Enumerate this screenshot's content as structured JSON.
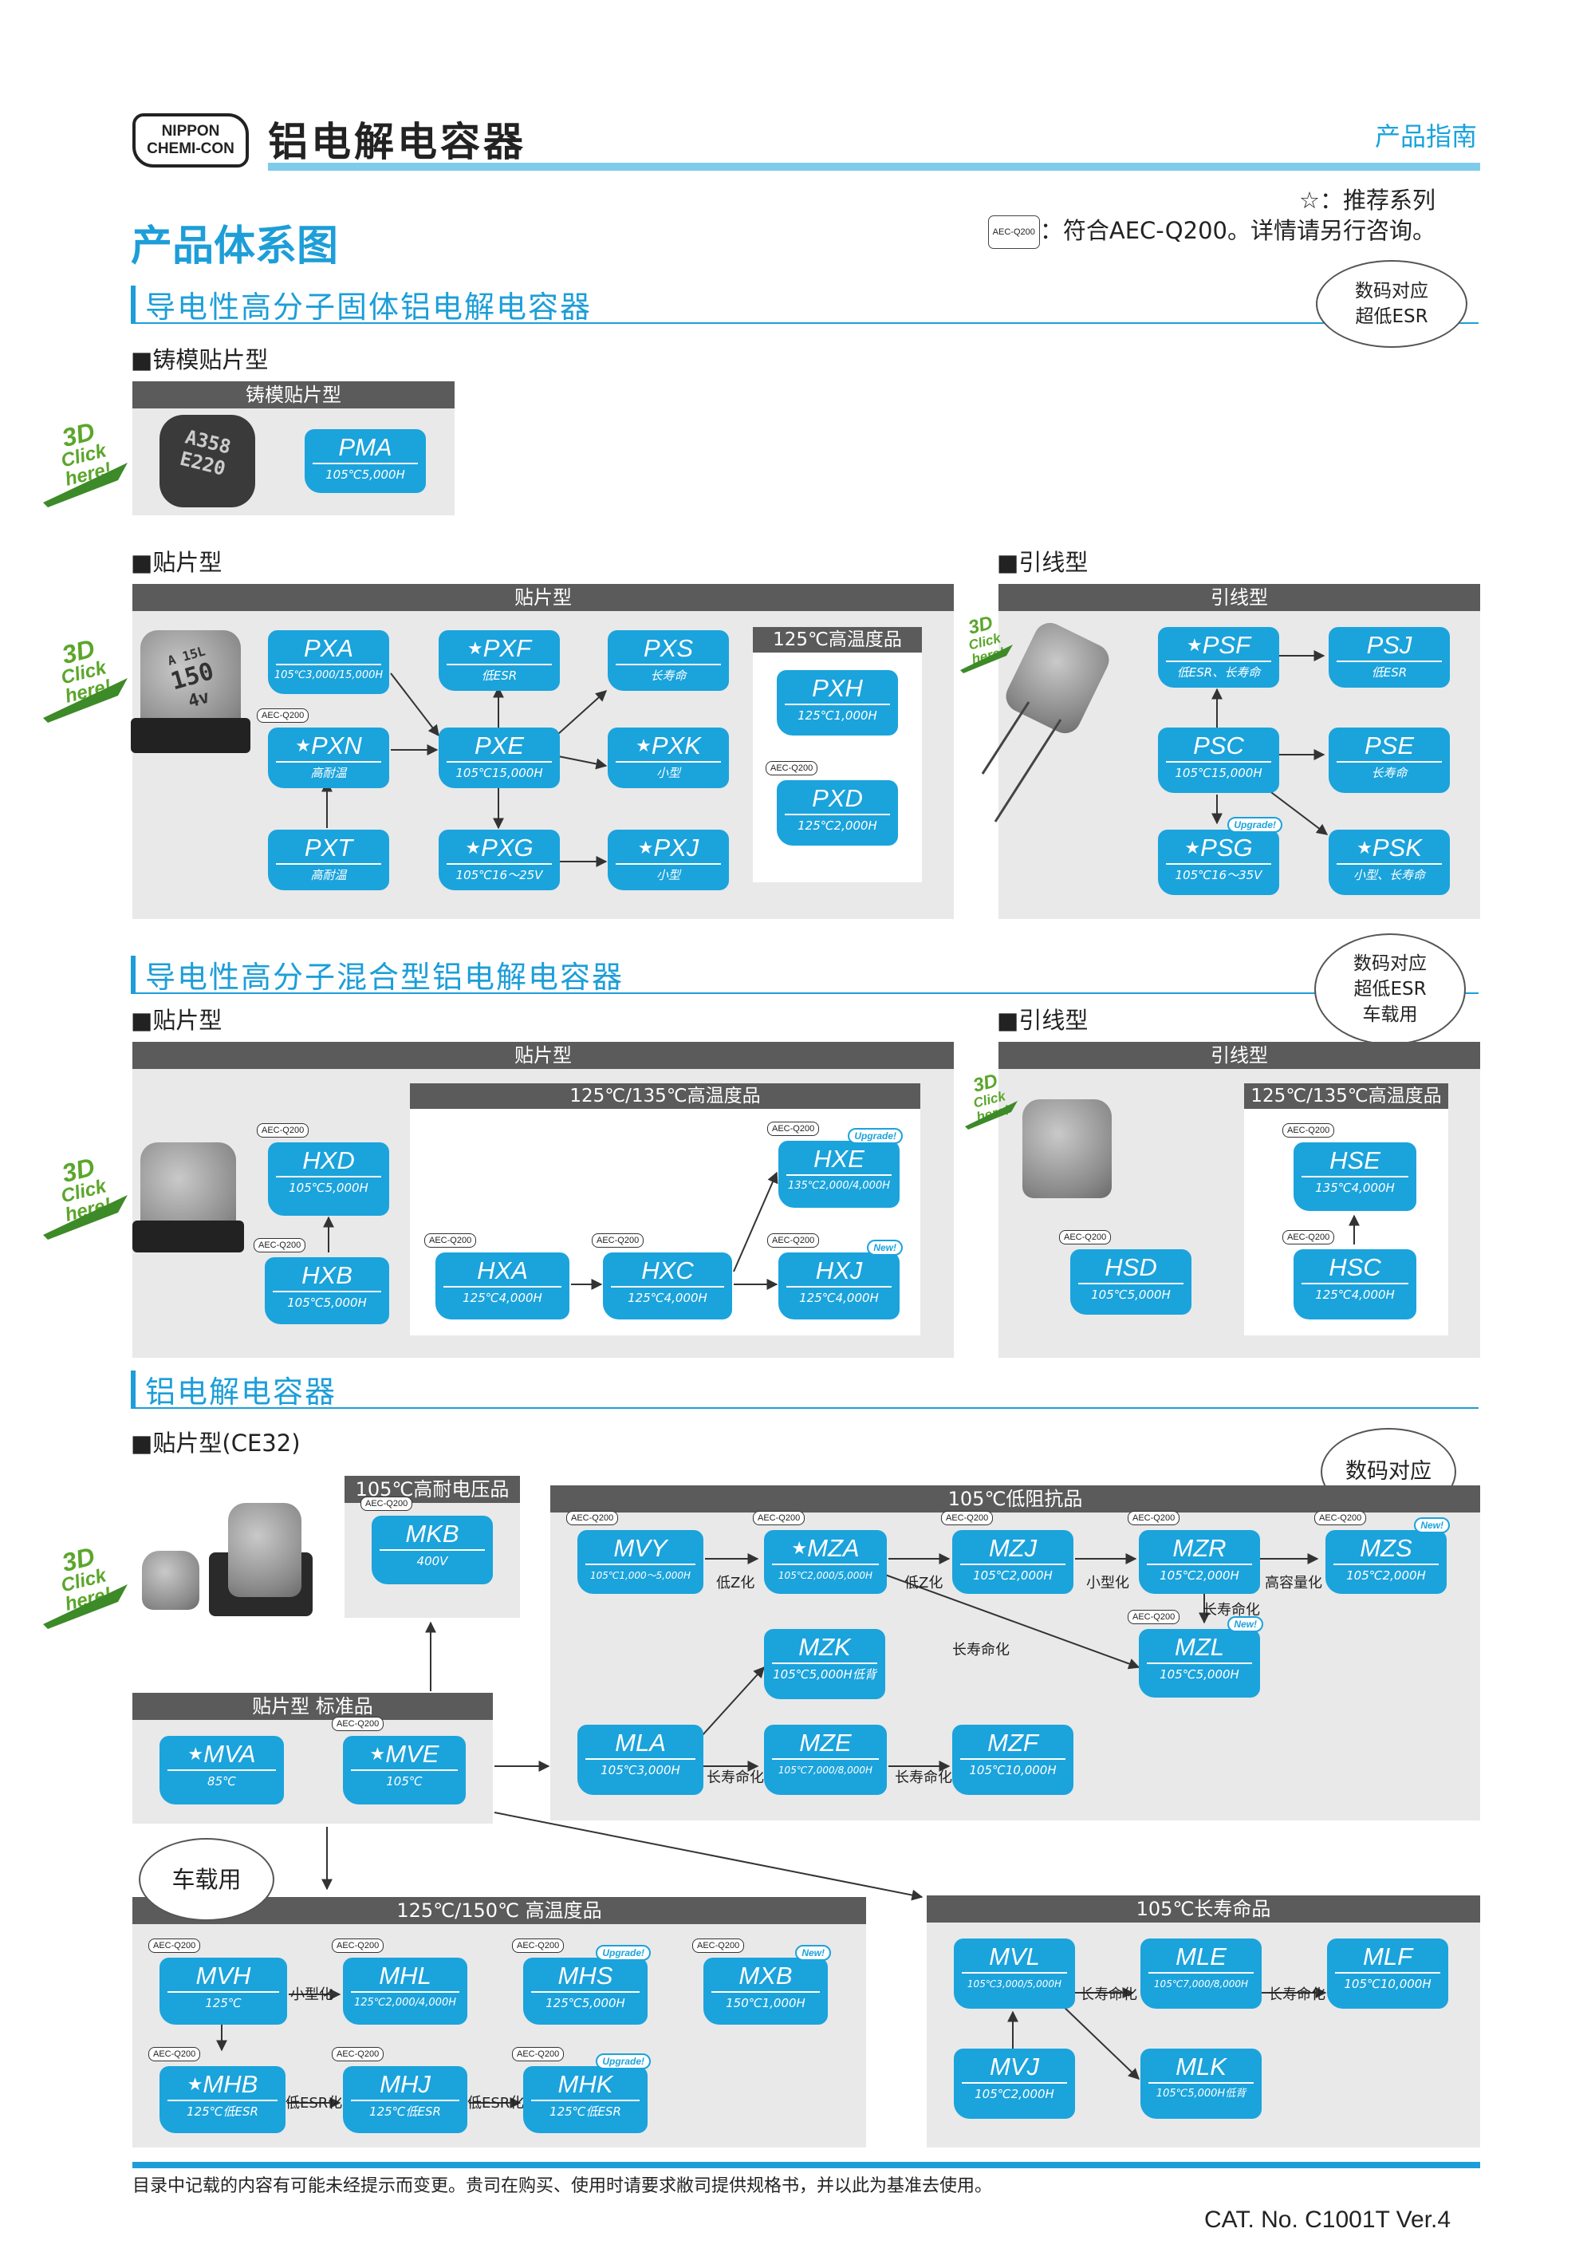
{
  "header": {
    "logo_line1": "NIPPON",
    "logo_line2": "CHEMI-CON",
    "title": "铝电解电容器",
    "guide": "产品指南"
  },
  "page_title": "产品体系图",
  "notes": {
    "star_note": "☆：推荐系列",
    "aec_tag": "AEC-Q200",
    "aec_note": "：符合AEC-Q200。详情请另行咨询。"
  },
  "click3d": {
    "d3": "3D",
    "text": "Click here!"
  },
  "sections": {
    "s1": "导电性高分子固体铝电解电容器",
    "s2": "导电性高分子混合型铝电解电容器",
    "s3": "铝电解电容器"
  },
  "bubbles": {
    "b1a": "数码对应",
    "b1b": "超低ESR",
    "b2a": "数码对应",
    "b2b": "超低ESR",
    "b2c": "车载用",
    "b3": "数码对应",
    "b4": "车载用"
  },
  "subs": {
    "molded": "■铸模贴片型",
    "chip1": "■贴片型",
    "lead1": "■引线型",
    "chip2": "■贴片型",
    "lead2": "■引线型",
    "ce32": "■贴片型(CE32)"
  },
  "panels": {
    "molded": "铸模贴片型",
    "chip1": "贴片型",
    "ht1": "125℃高温度品",
    "lead1": "引线型",
    "chip2": "贴片型",
    "ht2": "125℃/135℃高温度品",
    "lead2": "引线型",
    "ht2l": "125℃/135℃高温度品",
    "hv": "105℃高耐电压品",
    "lowz": "105℃低阻抗品",
    "std": "贴片型 标准品",
    "ht3": "125℃/150℃ 高温度品",
    "ll": "105℃长寿命品"
  },
  "caps": {
    "c1a": "A358",
    "c1b": "E220",
    "c2a": "A 15L",
    "c2b": "150",
    "c2c": "4v"
  },
  "products": {
    "PMA": {
      "name": "PMA",
      "spec": "105℃5,000H"
    },
    "PXA": {
      "name": "PXA",
      "spec": "105℃3,000/15,000H"
    },
    "PXF": {
      "name": "PXF",
      "spec": "低ESR"
    },
    "PXS": {
      "name": "PXS",
      "spec": "长寿命"
    },
    "PXN": {
      "name": "PXN",
      "spec": "高耐温"
    },
    "PXE": {
      "name": "PXE",
      "spec": "105℃15,000H"
    },
    "PXK": {
      "name": "PXK",
      "spec": "小型"
    },
    "PXT": {
      "name": "PXT",
      "spec": "高耐温"
    },
    "PXG": {
      "name": "PXG",
      "spec": "105℃16～25V"
    },
    "PXJ": {
      "name": "PXJ",
      "spec": "小型"
    },
    "PXH": {
      "name": "PXH",
      "spec": "125℃1,000H"
    },
    "PXD": {
      "name": "PXD",
      "spec": "125℃2,000H"
    },
    "PSF": {
      "name": "PSF",
      "spec": "低ESR、长寿命"
    },
    "PSJ": {
      "name": "PSJ",
      "spec": "低ESR"
    },
    "PSC": {
      "name": "PSC",
      "spec": "105℃15,000H"
    },
    "PSE": {
      "name": "PSE",
      "spec": "长寿命"
    },
    "PSG": {
      "name": "PSG",
      "spec": "105℃16～35V"
    },
    "PSK": {
      "name": "PSK",
      "spec": "小型、长寿命"
    },
    "HXD": {
      "name": "HXD",
      "spec": "105℃5,000H"
    },
    "HXB": {
      "name": "HXB",
      "spec": "105℃5,000H"
    },
    "HXA": {
      "name": "HXA",
      "spec": "125℃4,000H"
    },
    "HXC": {
      "name": "HXC",
      "spec": "125℃4,000H"
    },
    "HXE": {
      "name": "HXE",
      "spec": "135℃2,000/4,000H"
    },
    "HXJ": {
      "name": "HXJ",
      "spec": "125℃4,000H"
    },
    "HSD": {
      "name": "HSD",
      "spec": "105℃5,000H"
    },
    "HSE": {
      "name": "HSE",
      "spec": "135℃4,000H"
    },
    "HSC": {
      "name": "HSC",
      "spec": "125℃4,000H"
    },
    "MKB": {
      "name": "MKB",
      "spec": "400V"
    },
    "MVY": {
      "name": "MVY",
      "spec": "105℃1,000～5,000H"
    },
    "MZA": {
      "name": "MZA",
      "spec": "105℃2,000/5,000H"
    },
    "MZJ": {
      "name": "MZJ",
      "spec": "105℃2,000H"
    },
    "MZR": {
      "name": "MZR",
      "spec": "105℃2,000H"
    },
    "MZS": {
      "name": "MZS",
      "spec": "105℃2,000H"
    },
    "MZK": {
      "name": "MZK",
      "spec": "105℃5,000H低背"
    },
    "MZL": {
      "name": "MZL",
      "spec": "105℃5,000H"
    },
    "MLA": {
      "name": "MLA",
      "spec": "105℃3,000H"
    },
    "MZE": {
      "name": "MZE",
      "spec": "105℃7,000/8,000H"
    },
    "MZF": {
      "name": "MZF",
      "spec": "105℃10,000H"
    },
    "MVA": {
      "name": "MVA",
      "spec": "85℃"
    },
    "MVE": {
      "name": "MVE",
      "spec": "105℃"
    },
    "MVH": {
      "name": "MVH",
      "spec": "125℃"
    },
    "MHL": {
      "name": "MHL",
      "spec": "125℃2,000/4,000H"
    },
    "MHS": {
      "name": "MHS",
      "spec": "125℃5,000H"
    },
    "MXB": {
      "name": "MXB",
      "spec": "150℃1,000H"
    },
    "MHB": {
      "name": "MHB",
      "spec": "125℃低ESR"
    },
    "MHJ": {
      "name": "MHJ",
      "spec": "125℃低ESR"
    },
    "MHK": {
      "name": "MHK",
      "spec": "125℃低ESR"
    },
    "MVL": {
      "name": "MVL",
      "spec": "105℃3,000/5,000H"
    },
    "MLE": {
      "name": "MLE",
      "spec": "105℃7,000/8,000H"
    },
    "MLF": {
      "name": "MLF",
      "spec": "105℃10,000H"
    },
    "MVJ": {
      "name": "MVJ",
      "spec": "105℃2,000H"
    },
    "MLK": {
      "name": "MLK",
      "spec": "105℃5,000H低背"
    }
  },
  "badges": {
    "upgrade": "Upgrade!",
    "new": "New!"
  },
  "arrow_labels": {
    "lowz1": "低Z化",
    "lowz2": "低Z化",
    "small1": "小型化",
    "rip": "高容量化",
    "long1": "长寿命化",
    "long2": "长寿命化",
    "long3": "长寿命化",
    "long4": "长寿命化",
    "small2": "小型化",
    "lowesr1": "低ESR化",
    "lowesr2": "低ESR化",
    "long5": "长寿命化",
    "long6": "长寿命化"
  },
  "footer": {
    "note": "目录中记载的内容有可能未经提示而变更。贵司在购买、使用时请要求敝司提供规格书，并以此为基准去使用。",
    "cat": "CAT. No. C1001T Ver.4"
  }
}
